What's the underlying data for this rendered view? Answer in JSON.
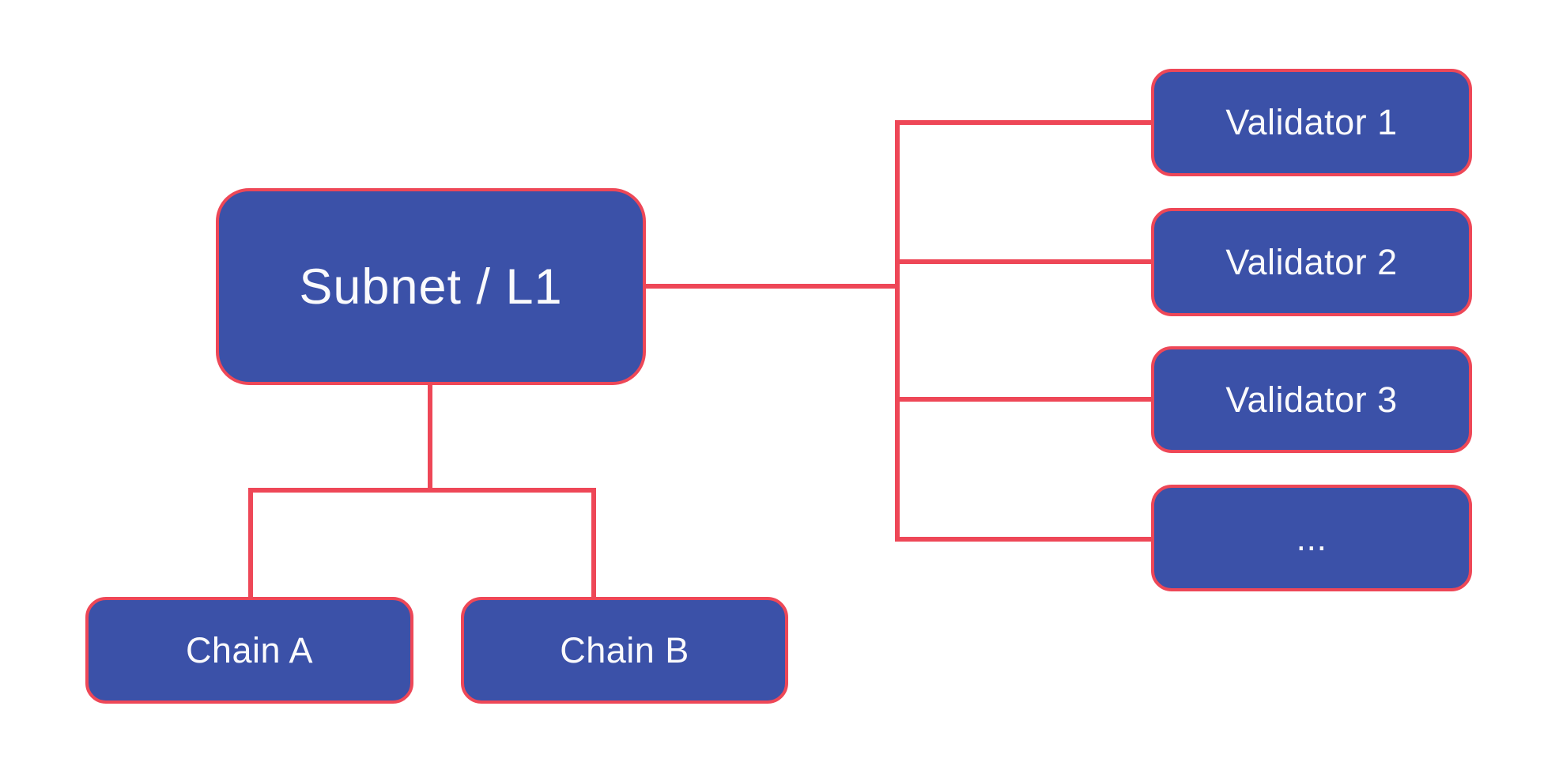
{
  "diagram": {
    "root": {
      "label": "Subnet / L1"
    },
    "chains": [
      {
        "label": "Chain A"
      },
      {
        "label": "Chain B"
      }
    ],
    "validators": [
      {
        "label": "Validator 1"
      },
      {
        "label": "Validator 2"
      },
      {
        "label": "Validator 3"
      },
      {
        "label": "..."
      }
    ],
    "colors": {
      "node_fill": "#3b51a8",
      "node_border": "#ee4757",
      "connector": "#ee4757",
      "label_text": "#fafafc",
      "background": "#ffffff"
    }
  }
}
